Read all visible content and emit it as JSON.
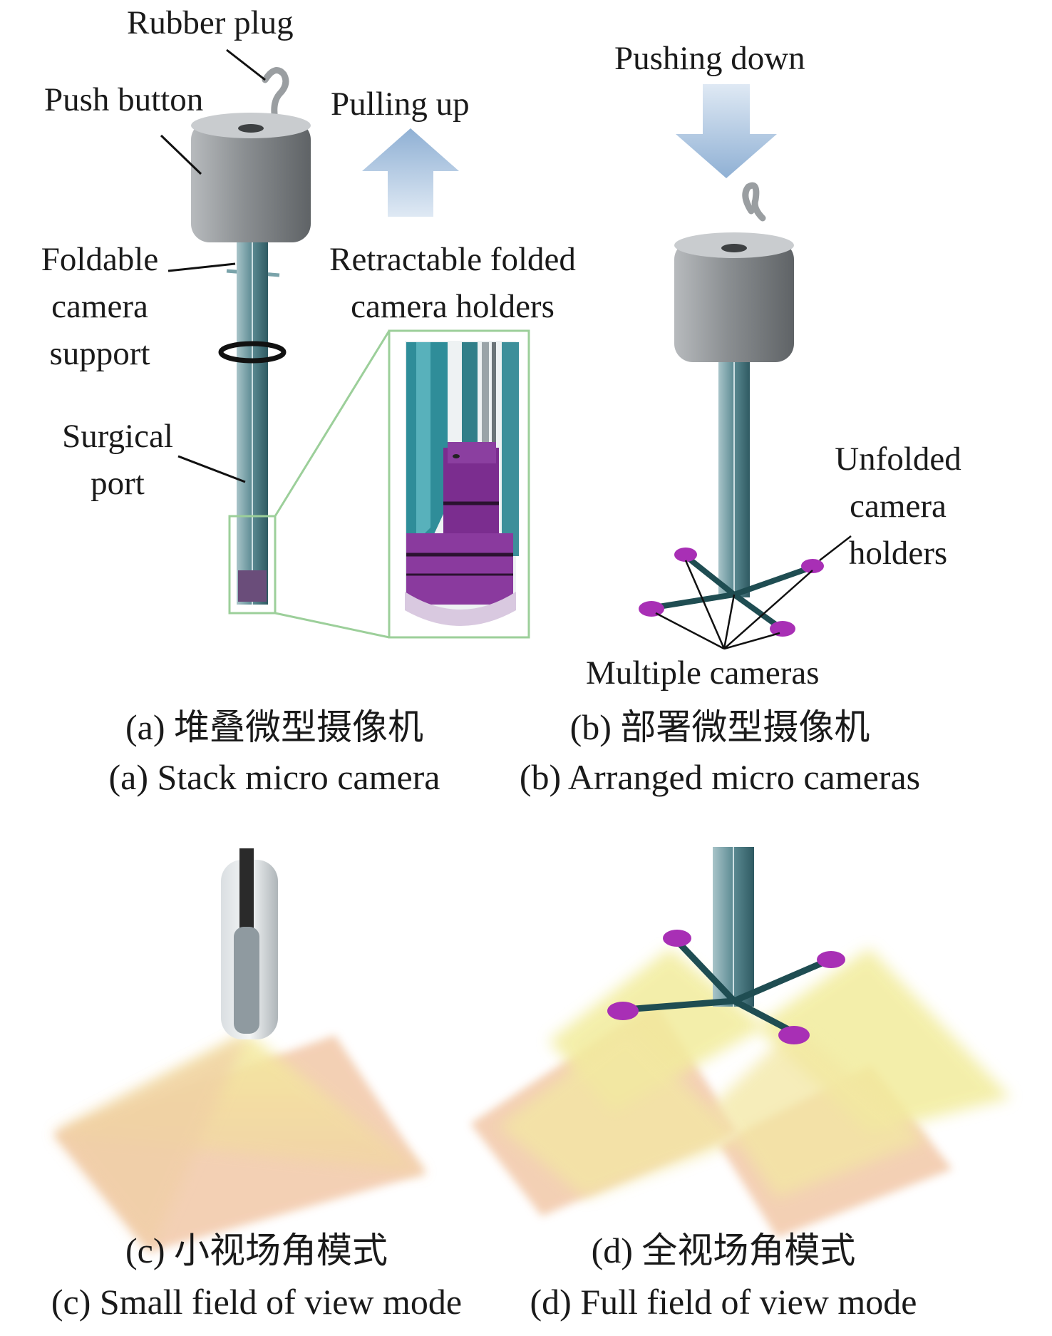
{
  "labels": {
    "rubber_plug": "Rubber plug",
    "push_button": "Push button",
    "pulling_up": "Pulling up",
    "pushing_down": "Pushing down",
    "foldable_support": [
      "Foldable",
      "camera",
      "support"
    ],
    "retractable_holders": [
      "Retractable folded",
      "camera holders"
    ],
    "surgical_port": [
      "Surgical",
      "port"
    ],
    "unfolded_holders": [
      "Unfolded",
      "camera",
      "holders"
    ],
    "multiple_cameras": "Multiple cameras"
  },
  "captions": {
    "a_cn": "(a) 堆叠微型摄像机",
    "a_en": "(a) Stack micro camera",
    "b_cn": "(b) 部署微型摄像机",
    "b_en": "(b) Arranged micro cameras",
    "c_cn": "(c) 小视场角模式",
    "c_en": "(c) Small field of view mode",
    "d_cn": "(d) 全视场角模式",
    "d_en": "(d) Full field of view mode"
  },
  "colors": {
    "device_gray": "#8c9093",
    "shaft_teal": "#4f7d86",
    "holder_purple": "#9b2fa0",
    "arrow_blue": "#a9c3de",
    "inset_border": "#9ccf9a",
    "light_yellow": "#f3e39a",
    "tissue_peach": "#f0c4a4"
  }
}
